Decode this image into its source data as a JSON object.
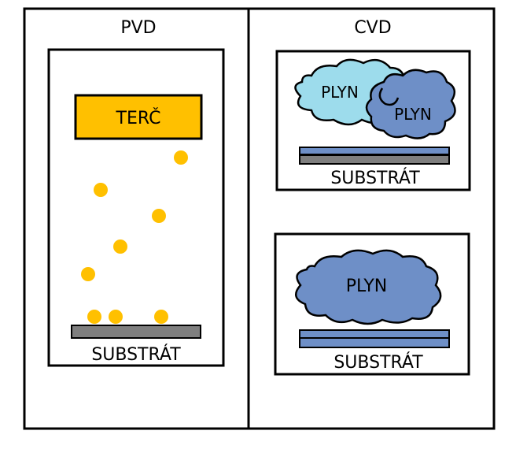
{
  "pvd": {
    "title": "PVD",
    "target_label": "TERČ",
    "substrate_label": "SUBSTRÁT"
  },
  "cvd": {
    "title": "CVD",
    "top_panel": {
      "gas_label_1": "PLYN",
      "gas_label_2": "PLYN",
      "substrate_label": "SUBSTRÁT"
    },
    "bottom_panel": {
      "gas_label": "PLYN",
      "substrate_label": "SUBSTRÁT"
    }
  },
  "colors": {
    "target": "#ffc000",
    "particle": "#ffc000",
    "substrate_gray": "#7f7f7f",
    "substrate_blue": "#6e8fc7",
    "gas_light": "#9ddcec",
    "gas_dark": "#6e8fc7",
    "line": "#000000"
  }
}
